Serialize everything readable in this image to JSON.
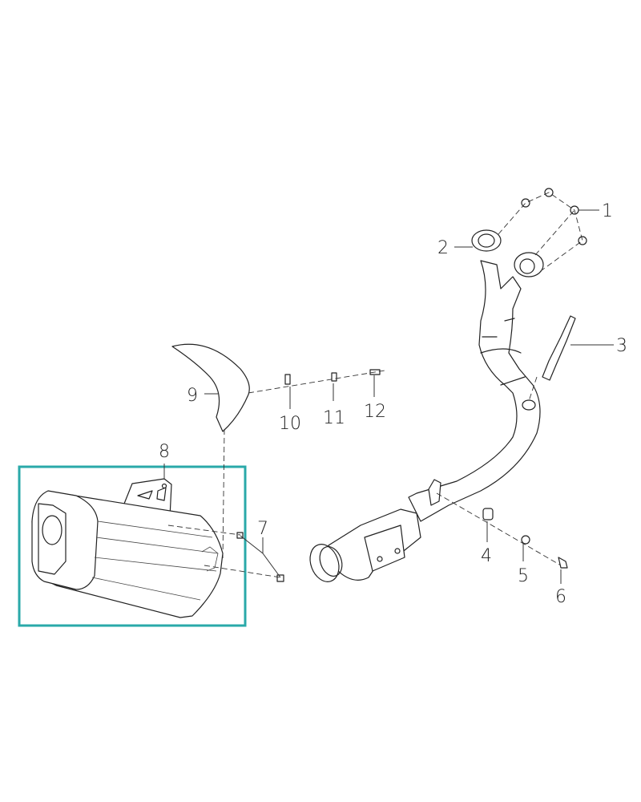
{
  "diagram": {
    "type": "exploded-parts-diagram",
    "highlight_color": "#2aa9a9",
    "highlighted_part": "8",
    "callouts": [
      "1",
      "2",
      "3",
      "4",
      "5",
      "6",
      "7",
      "8",
      "9",
      "10",
      "11",
      "12"
    ]
  }
}
